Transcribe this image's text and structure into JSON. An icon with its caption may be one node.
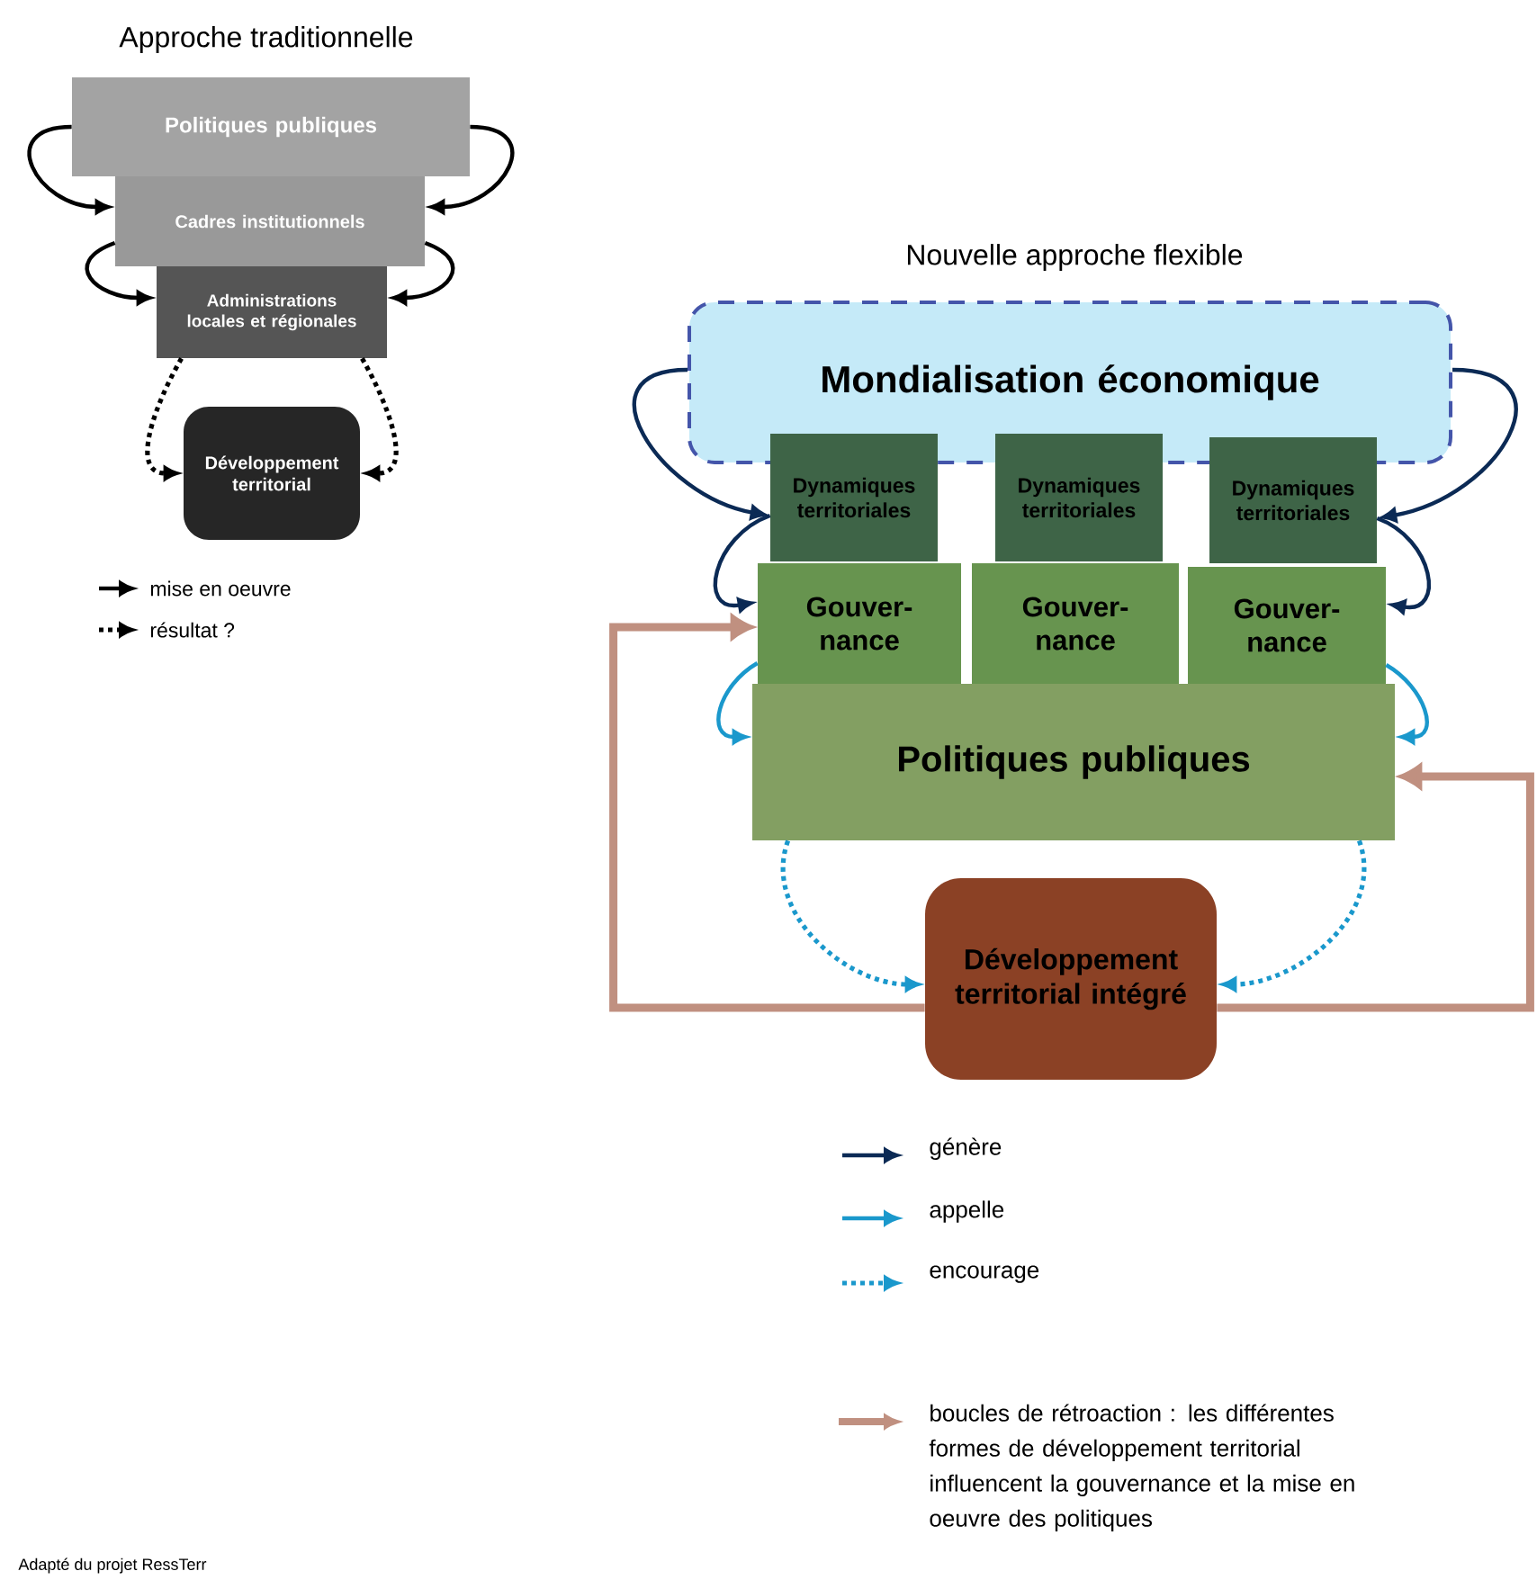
{
  "diagram": {
    "nodes": [
      {
        "text": [
          "Politiques publiques"
        ]
      },
      {
        "text": [
          "Cadres institutionnels"
        ]
      },
      {
        "text": [
          "Administrations locales et régionales"
        ]
      },
      {
        "text": [
          "Développement territorial"
        ]
      },
      {
        "text": [
          "Mondialisation économique"
        ]
      },
      {
        "text": [
          "Dynamiques territoriales"
        ]
      },
      {
        "text": [
          "Dynamiques territoriales"
        ]
      },
      {
        "text": [
          "Dynamiques territoriales"
        ]
      },
      {
        "text": [
          "Gouver-nance"
        ]
      },
      {
        "text": [
          "Gouver-nance"
        ]
      },
      {
        "text": [
          "Gouver-nance"
        ]
      },
      {
        "text": [
          "Politiques publiques"
        ]
      },
      {
        "text": [
          "Développement territorial intégré"
        ]
      }
    ],
    "edges": [
      {
        "from": 0,
        "to": 1,
        "arrow": "to"
      },
      {
        "from": 0,
        "to": 1,
        "arrow": "to"
      },
      {
        "from": 1,
        "to": 2,
        "arrow": "to"
      },
      {
        "from": 1,
        "to": 2,
        "arrow": "to"
      },
      {
        "from": 2,
        "to": 3,
        "arrow": "to",
        "style": "dashed"
      },
      {
        "from": 2,
        "to": 3,
        "arrow": "to",
        "style": "dashed"
      },
      {
        "from": 4,
        "to": 5,
        "arrow": "to",
        "color": "#0b2a55"
      },
      {
        "from": 4,
        "to": 7,
        "arrow": "to",
        "color": "#0b2a55"
      },
      {
        "from": 5,
        "to": 8,
        "arrow": "to",
        "color": "#0b2a55"
      },
      {
        "from": 7,
        "to": 10,
        "arrow": "to",
        "color": "#0b2a55"
      },
      {
        "from": 8,
        "to": 11,
        "arrow": "to",
        "color": "#1a98cc"
      },
      {
        "from": 10,
        "to": 11,
        "arrow": "to",
        "color": "#1a98cc"
      },
      {
        "from": 11,
        "to": 12,
        "arrow": "to",
        "style": "dashed",
        "color": "#1a98cc"
      },
      {
        "from": 11,
        "to": 12,
        "arrow": "to",
        "style": "dashed",
        "color": "#1a98cc"
      },
      {
        "from": 12,
        "to": 8,
        "arrow": "to",
        "style": "thick",
        "color": "#c09080"
      },
      {
        "from": 12,
        "to": 11,
        "arrow": "to",
        "style": "thick",
        "color": "#c09080"
      }
    ],
    "labels": [
      "Approche traditionnelle",
      "Nouvelle approche flexible",
      "Adapté du projet RessTerr"
    ],
    "legend": [
      {
        "text": "mise en oeuvre"
      },
      {
        "text": "résultat ?"
      },
      {
        "text": "génère"
      },
      {
        "text": "appelle"
      },
      {
        "text": "encourage"
      },
      {
        "text": "boucles de rétroaction : les différentes formes de développement territorial influencent la gouvernance et la mise en oeuvre des politiques"
      }
    ]
  }
}
